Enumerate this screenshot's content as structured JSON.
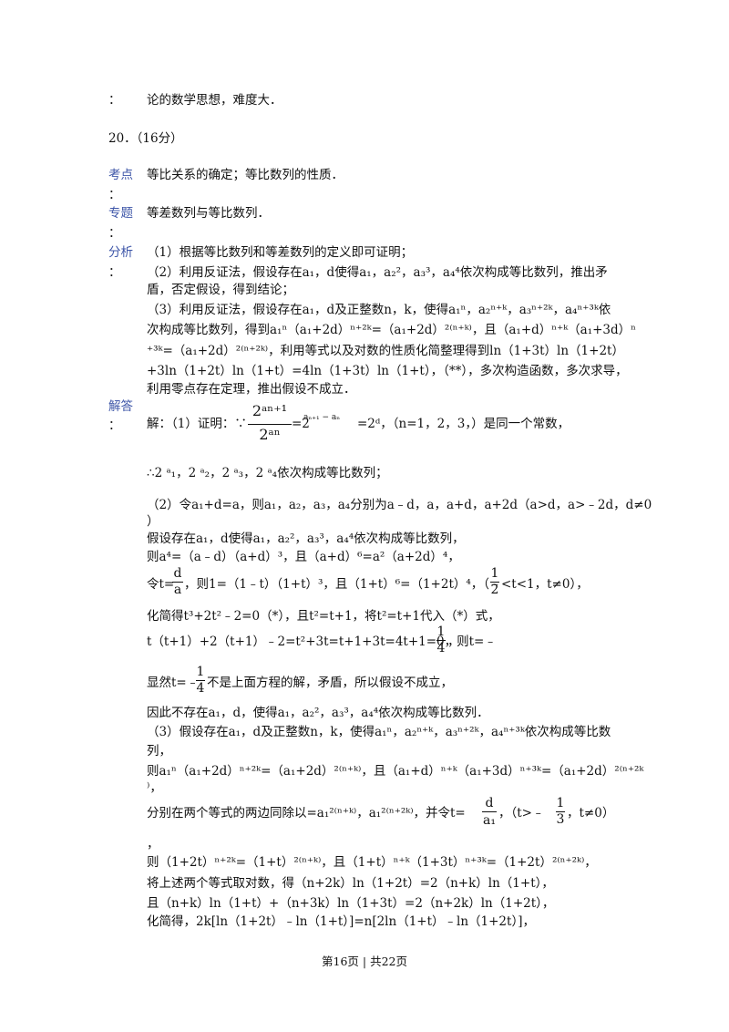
{
  "lines": {
    "l01": "：",
    "l02": "论的数学思想，难度大．",
    "l03": "20．（16分）",
    "l04": "考点",
    "l05": "等比关系的确定；等比数列的性质．",
    "l06": "：",
    "l07": "专题",
    "l08": "等差数列与等比数列．",
    "l09": "：",
    "l10": "分析",
    "l11": "（1）根据等比数列和等差数列的定义即可证明；",
    "l12": "：",
    "l13": "（2）利用反证法，假设存在a₁，d使得a₁，a₂²，a₃³，a₄⁴依次构成等比数列，推出矛",
    "l14": "盾，否定假设，得到结论；",
    "l15": "（3）利用反证法，假设存在a₁，d及正整数n，k，使得a₁ⁿ，a₂ⁿ⁺ᵏ，a₃ⁿ⁺²ᵏ，a₄ⁿ⁺³ᵏ依",
    "l16": "次构成等比数列，得到a₁ⁿ（a₁+2d）ⁿ⁺²ᵏ=（a₁+2d）²⁽ⁿ⁺ᵏ⁾，且（a₁+d）ⁿ⁺ᵏ（a₁+3d）ⁿ",
    "l17": "⁺³ᵏ=（a₁+2d）²⁽ⁿ⁺²ᵏ⁾，利用等式以及对数的性质化简整理得到ln（1+3t）ln（1+2t）",
    "l18": "+3ln（1+2t）ln（1+t）=4ln（1+3t）ln（1+t），（**），多次构造函数，多次求导，",
    "l19": "利用零点存在定理，推出假设不成立．",
    "l20": "解答",
    "l21": "：",
    "l22a": "解：（1）证明：∵",
    "l22b": "=2",
    "l22c": "=2ᵈ，（n=1，2，3，）是同一个常数，",
    "l23": "∴2  ᵃ₁，2  ᵃ₂，2  ᵃ₃，2  ᵃ₄依次构成等比数列；",
    "l24": "（2）令a₁+d=a，则a₁，a₂，a₃，a₄分别为a﹣d，a，a+d，a+2d（a>d，a>﹣2d，d≠0",
    "l25": "）",
    "l26": "假设存在a₁，d使得a₁，a₂²，a₃³，a₄⁴依次构成等比数列，",
    "l27": "则a⁴=（a﹣d）（a+d）³，且（a+d）⁶=a²（a+2d）⁴，",
    "l28a": "令t=",
    "l28b": "，则1=（1﹣t）（1+t）³，且（1+t）⁶=（1+2t）⁴，（﹣",
    "l28c": "<t<1，t≠0），",
    "l29": "化简得t³+2t²﹣2=0（*），且t²=t+1，将t²=t+1代入（*）式，",
    "l30a": "t（t+1）+2（t+1）﹣2=t²+3t=t+1+3t=4t+1=0，则t=﹣",
    "l30b": "，",
    "l31a": "显然t=﹣",
    "l31b": "不是上面方程的解，矛盾，所以假设不成立，",
    "l32": "因此不存在a₁，d，使得a₁，a₂²，a₃³，a₄⁴依次构成等比数列．",
    "l33": "（3）假设存在a₁，d及正整数n，k，使得a₁ⁿ，a₂ⁿ⁺ᵏ，a₃ⁿ⁺²ᵏ，a₄ⁿ⁺³ᵏ依次构成等比数",
    "l34": "列，",
    "l35": "则a₁ⁿ（a₁+2d）ⁿ⁺²ᵏ=（a₁+2d）²⁽ⁿ⁺ᵏ⁾，且（a₁+d）ⁿ⁺ᵏ（a₁+3d）ⁿ⁺³ᵏ=（a₁+2d）²⁽ⁿ⁺²ᵏ",
    "l36": "⁾，",
    "l37a": "分别在两个等式的两边同除以=a₁²⁽ⁿ⁺ᵏ⁾，a₁²⁽ⁿ⁺²ᵏ⁾，并令t=",
    "l37b": "，（t>﹣",
    "l37c": "，t≠0）",
    "l38": "，",
    "l39": "则（1+2t）ⁿ⁺²ᵏ=（1+t）²⁽ⁿ⁺ᵏ⁾，且（1+t）ⁿ⁺ᵏ（1+3t）ⁿ⁺³ᵏ=（1+2t）²⁽ⁿ⁺²ᵏ⁾，",
    "l40": "将上述两个等式取对数，得（n+2k）ln（1+2t）=2（n+k）ln（1+t），",
    "l41": "且（n+k）ln（1+t）+（n+3k）ln（1+3t）=2（n+2k）ln（1+2t），",
    "l42": "化简得，2k[ln（1+2t）﹣ln（1+t）]=n[2ln（1+t）﹣ln（1+2t）]，"
  },
  "fractions": {
    "f1_num": "2ᵃⁿ⁺¹",
    "f1_den": "2ᵃⁿ",
    "f1_exp": "aₙ₊₁ − aₙ",
    "f2_num": "d",
    "f2_den": "a",
    "f3_num": "1",
    "f3_den": "2",
    "f4_num": "1",
    "f4_den": "4",
    "f5_num": "1",
    "f5_den": "4",
    "f6_num": "d",
    "f6_den": "a₁",
    "f7_num": "1",
    "f7_den": "3"
  },
  "footer": "第16页 | 共22页"
}
